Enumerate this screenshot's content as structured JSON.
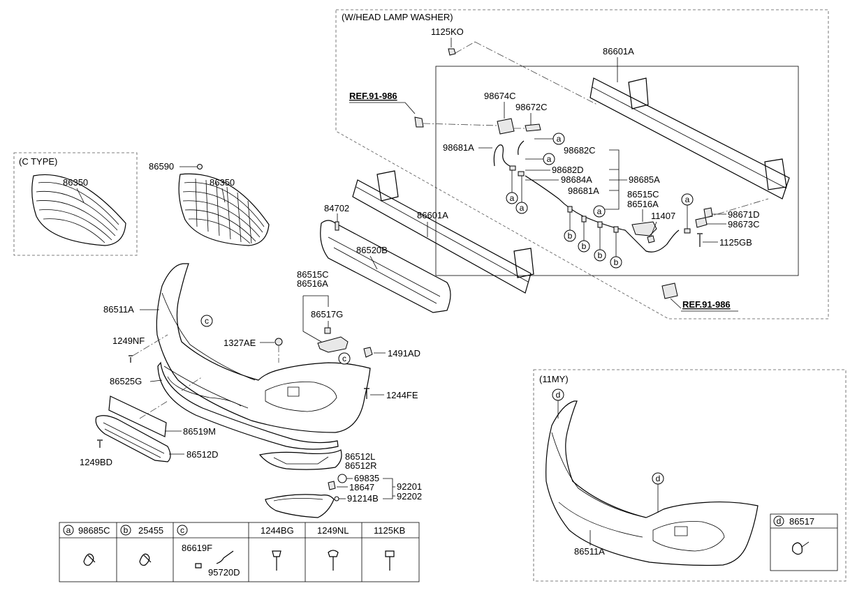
{
  "headers": {
    "w_head_lamp_washer": "(W/HEAD LAMP WASHER)",
    "c_type": "(C TYPE)",
    "my11": "(11MY)"
  },
  "refs": {
    "ref_top": "REF.91-986",
    "ref_bottom": "REF.91-986"
  },
  "callouts": {
    "a": "a",
    "b": "b",
    "c": "c",
    "d": "d"
  },
  "labels": {
    "p1125KO": "1125KO",
    "p86601A_top": "86601A",
    "p98674C": "98674C",
    "p98672C": "98672C",
    "p98681A_a": "98681A",
    "p98682C": "98682C",
    "p98682D": "98682D",
    "p98684A": "98684A",
    "p98685A": "98685A",
    "p98681A_b": "98681A",
    "p86515C_top": "86515C",
    "p86516A_top": "86516A",
    "p11407": "11407",
    "p98671D": "98671D",
    "p98673C": "98673C",
    "p1125GB": "1125GB",
    "p86350_c": "86350",
    "p86590": "86590",
    "p86350": "86350",
    "p84702": "84702",
    "p86601A": "86601A",
    "p86520B": "86520B",
    "p86515C": "86515C",
    "p86516A": "86516A",
    "p86517G": "86517G",
    "p86511A": "86511A",
    "p1249NF": "1249NF",
    "p1327AE": "1327AE",
    "p1491AD": "1491AD",
    "p86525G": "86525G",
    "p1244FE": "1244FE",
    "p86519M": "86519M",
    "p1249BD": "1249BD",
    "p86512D": "86512D",
    "p86512L": "86512L",
    "p86512R": "86512R",
    "p69835": "69835",
    "p18647": "18647",
    "p91214B": "91214B",
    "p92201": "92201",
    "p92202": "92202",
    "p86511A_11my": "86511A"
  },
  "table": {
    "cells": [
      {
        "circle": "a",
        "code": "98685C"
      },
      {
        "circle": "b",
        "code": "25455"
      },
      {
        "circle": "c",
        "code": ""
      },
      {
        "circle": "",
        "code": "1244BG"
      },
      {
        "circle": "",
        "code": "1249NL"
      },
      {
        "circle": "",
        "code": "1125KB"
      }
    ],
    "c_parts": [
      "86619F",
      "95720D"
    ]
  },
  "legend_d": {
    "circle": "d",
    "code": "86517"
  }
}
